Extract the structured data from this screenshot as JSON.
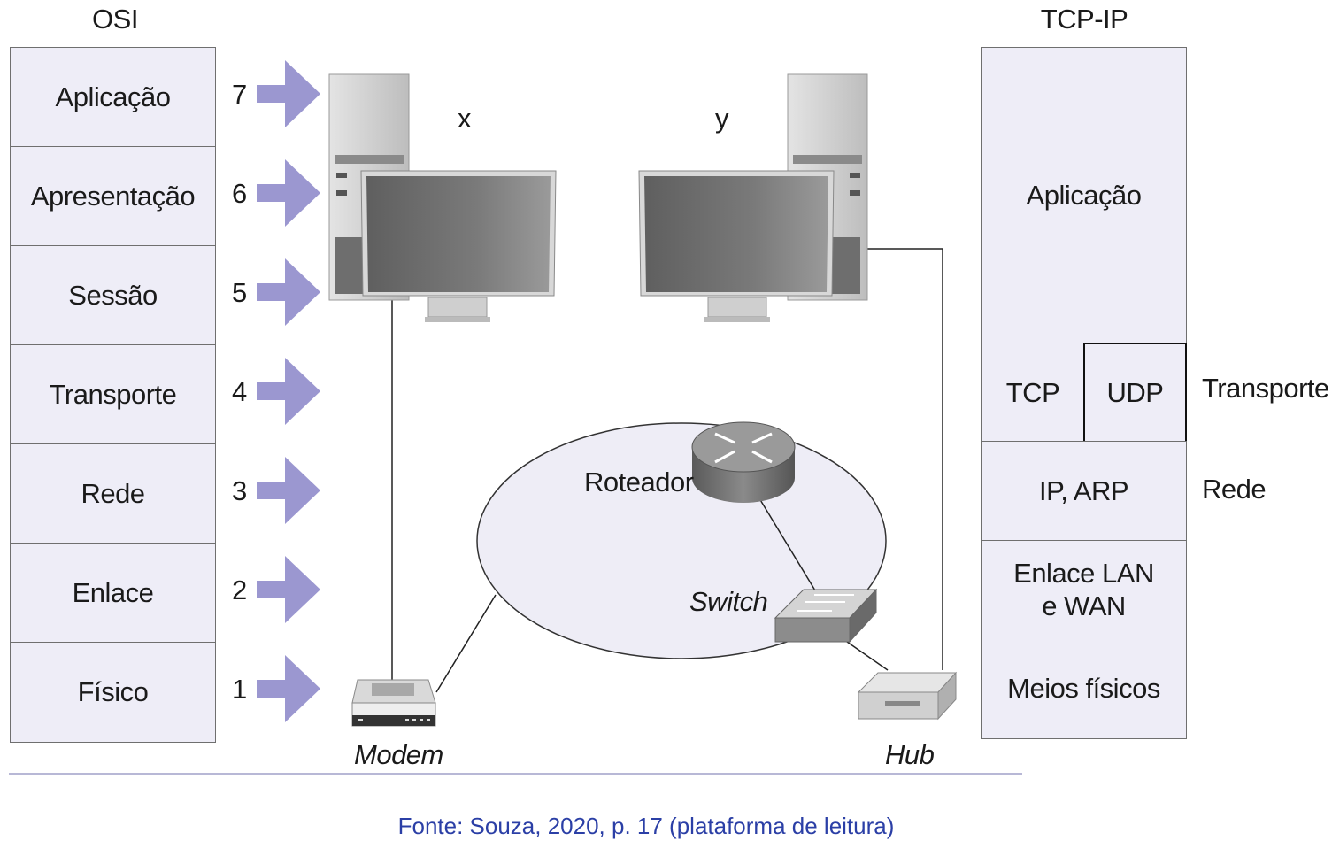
{
  "osi": {
    "title": "OSI",
    "layers": [
      {
        "label": "Aplicação",
        "number": "7"
      },
      {
        "label": "Apresentação",
        "number": "6"
      },
      {
        "label": "Sessão",
        "number": "5"
      },
      {
        "label": "Transporte",
        "number": "4"
      },
      {
        "label": "Rede",
        "number": "3"
      },
      {
        "label": "Enlace",
        "number": "2"
      },
      {
        "label": "Físico",
        "number": "1"
      }
    ]
  },
  "tcpip": {
    "title": "TCP-IP",
    "application": "Aplicação",
    "tcp": "TCP",
    "udp": "UDP",
    "internet": "IP, ARP",
    "link": "Enlace LAN\ne WAN",
    "physical": "Meios físicos",
    "side_transport": "Transporte",
    "side_network": "Rede"
  },
  "network": {
    "host_x": "x",
    "host_y": "y",
    "router": "Roteador",
    "switch": "Switch",
    "modem": "Modem",
    "hub": "Hub"
  },
  "colors": {
    "layer_fill": "#eeedf7",
    "arrow": "#8a85c8",
    "caption": "#2b3fa6"
  },
  "caption": "Fonte: Souza, 2020, p. 17 (plataforma de leitura)"
}
